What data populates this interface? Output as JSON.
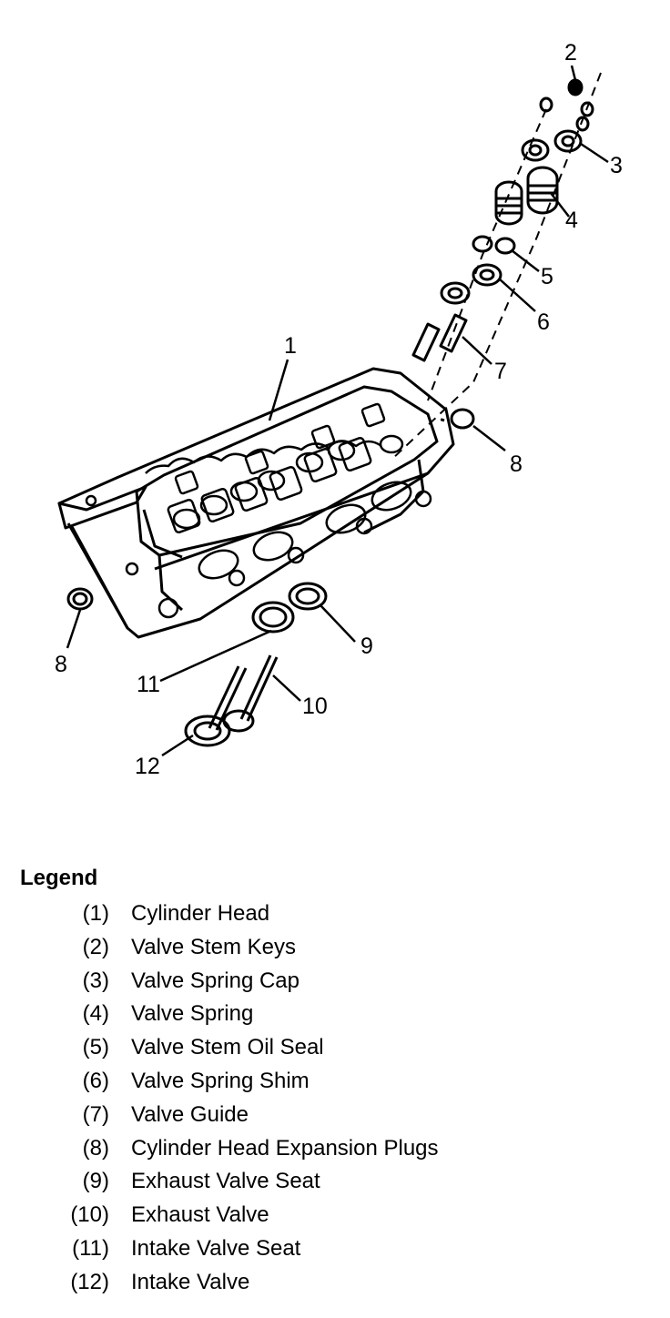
{
  "callouts": {
    "c1": "1",
    "c2": "2",
    "c3": "3",
    "c4": "4",
    "c5": "5",
    "c6": "6",
    "c7": "7",
    "c8a": "8",
    "c8b": "8",
    "c9": "9",
    "c10": "10",
    "c11": "11",
    "c12": "12"
  },
  "legend": {
    "title": "Legend",
    "items": [
      {
        "num": "(1)",
        "label": "Cylinder Head"
      },
      {
        "num": "(2)",
        "label": "Valve Stem Keys"
      },
      {
        "num": "(3)",
        "label": "Valve Spring Cap"
      },
      {
        "num": "(4)",
        "label": "Valve Spring"
      },
      {
        "num": "(5)",
        "label": "Valve Stem Oil Seal"
      },
      {
        "num": "(6)",
        "label": "Valve Spring Shim"
      },
      {
        "num": "(7)",
        "label": "Valve Guide"
      },
      {
        "num": "(8)",
        "label": "Cylinder Head Expansion Plugs"
      },
      {
        "num": "(9)",
        "label": "Exhaust Valve Seat"
      },
      {
        "num": "(10)",
        "label": "Exhaust Valve"
      },
      {
        "num": "(11)",
        "label": "Intake Valve Seat"
      },
      {
        "num": "(12)",
        "label": "Intake Valve"
      }
    ]
  }
}
